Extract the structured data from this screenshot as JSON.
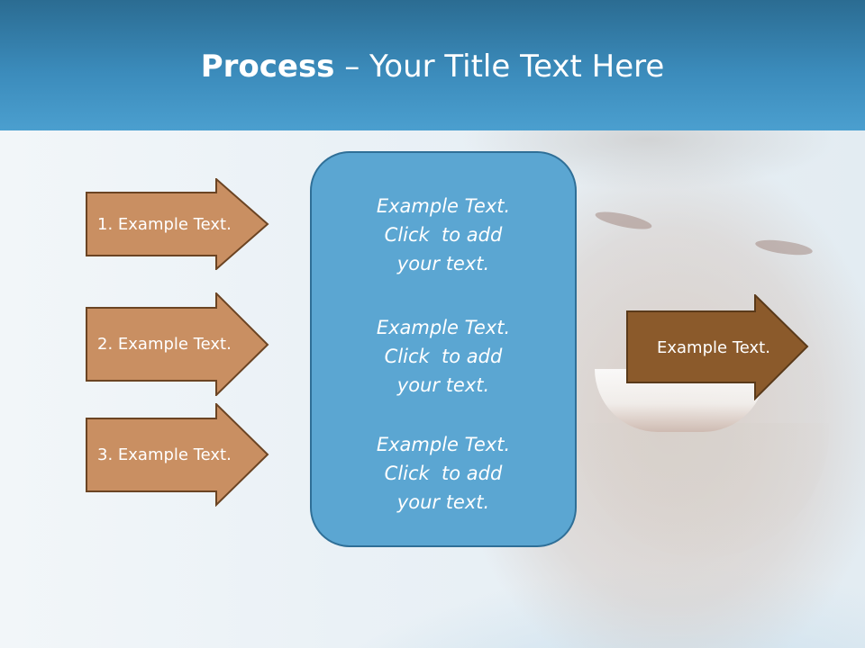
{
  "title": {
    "bold": "Process",
    "rest": " – Your Title Text Here"
  },
  "left_arrows": [
    {
      "label": "1. Example Text."
    },
    {
      "label": "2. Example Text."
    },
    {
      "label": "3. Example Text."
    }
  ],
  "center_blocks": [
    {
      "line1": "Example Text.",
      "line2": "Click  to add",
      "line3": "your text."
    },
    {
      "line1": "Example Text.",
      "line2": "Click  to add",
      "line3": "your text."
    },
    {
      "line1": "Example Text.",
      "line2": "Click  to add",
      "line3": "your text."
    }
  ],
  "right_arrow": {
    "label": "Example Text."
  },
  "colors": {
    "header": "#3b8bbb",
    "left_arrow_fill": "#c98f62",
    "right_arrow_fill": "#8b5a2b",
    "arrow_border": "#6b4423",
    "center_fill": "#5ba6d2",
    "center_border": "#2f6f97"
  }
}
